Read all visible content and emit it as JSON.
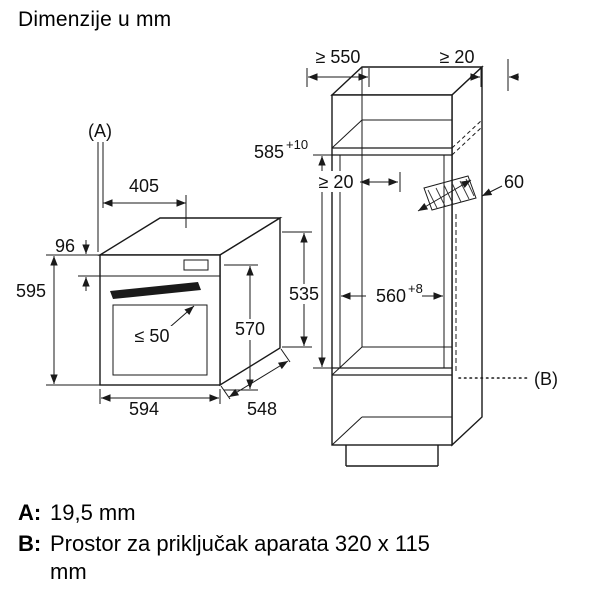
{
  "title": "Dimenzije u mm",
  "colors": {
    "line": "#1a1a1a",
    "text": "#000000",
    "background": "#ffffff"
  },
  "diagram": {
    "oven": {
      "label_a": "(A)",
      "d405": "405",
      "d96": "96",
      "d595": "595",
      "d_le50": "≤ 50",
      "d570": "570",
      "d594": "594",
      "d548": "548",
      "d535": "535"
    },
    "cabinet": {
      "d_ge550": "≥ 550",
      "d_ge20_top": "≥ 20",
      "d585": "585",
      "d585_tol": "+10",
      "d_ge20_inner": "≥ 20",
      "d60": "60",
      "d560": "560",
      "d560_tol": "+8",
      "label_b": "(B)"
    }
  },
  "legend": {
    "a_label": "A:",
    "a_value": "19,5 mm",
    "b_label": "B:",
    "b_value_line1": "Prostor za priključak aparata 320 x 115",
    "b_value_line2": "mm"
  }
}
